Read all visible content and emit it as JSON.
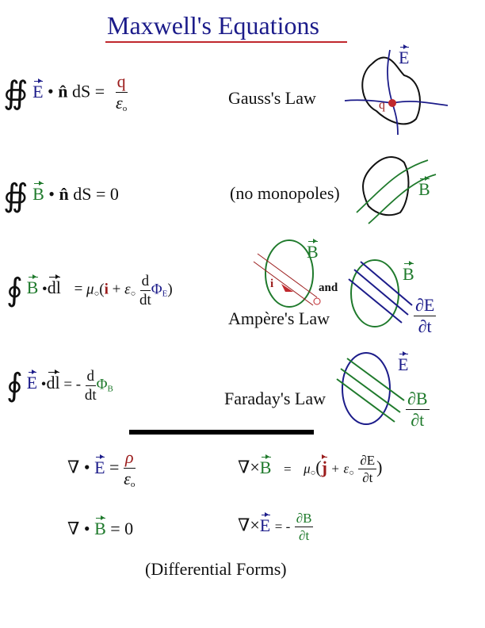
{
  "title": "Maxwell's Equations",
  "colors": {
    "title": "#1c1c8a",
    "underline": "#c0282d",
    "e_field": "#1c1c8a",
    "b_field": "#1f7a2c",
    "charge": "#9b1c1c"
  },
  "integral_forms": {
    "gauss": {
      "field": "E",
      "dot": "•",
      "normal": "n̂",
      "ds": "dS =",
      "numerator": "q",
      "denominator": "ε",
      "den_sub": "o",
      "label": "Gauss's Law"
    },
    "monopoles": {
      "field": "B",
      "dot": "•",
      "normal": "n̂",
      "rhs": "dS = 0",
      "label": "(no monopoles)"
    },
    "ampere": {
      "field": "B",
      "dot": "•",
      "dl": "dl",
      "eq": "=",
      "mu": "μ",
      "mu_sub": "○",
      "current": "i",
      "plus": "+",
      "eps": "ε",
      "eps_sub": "○",
      "d": "d",
      "dt": "dt",
      "flux": "Φ",
      "flux_sub": "E",
      "label": "Ampère's Law",
      "and": "and"
    },
    "faraday": {
      "field": "E",
      "dot": "•",
      "dl": "dl",
      "eq": "= -",
      "d": "d",
      "dt": "dt",
      "flux": "Φ",
      "flux_sub": "B",
      "label": "Faraday's Law"
    }
  },
  "diagram_labels": {
    "gauss_field": "E",
    "gauss_charge": "q",
    "monopole_field": "B",
    "ampere_field": "B",
    "ampere_current": "i",
    "ampere2_field": "B",
    "ampere2_num": "∂E",
    "ampere2_den": "∂t",
    "faraday_field": "E",
    "faraday_num": "∂B",
    "faraday_den": "∂t"
  },
  "differential_forms": {
    "div_e": {
      "op": "∇ •",
      "field": "E",
      "eq": "=",
      "num": "ρ",
      "den": "ε",
      "den_sub": "o"
    },
    "curl_b": {
      "op": "∇×",
      "field": "B",
      "eq": "=",
      "mu": "μ",
      "mu_sub": "○",
      "j": "j",
      "plus": "+",
      "eps": "ε",
      "eps_sub": "○",
      "num": "∂E",
      "den": "∂t"
    },
    "div_b": {
      "op": "∇ •",
      "field": "B",
      "rhs": "= 0"
    },
    "curl_e": {
      "op": "∇×",
      "field": "E",
      "eq": "= -",
      "num": "∂B",
      "den": "∂t"
    },
    "caption": "(Differential Forms)"
  }
}
